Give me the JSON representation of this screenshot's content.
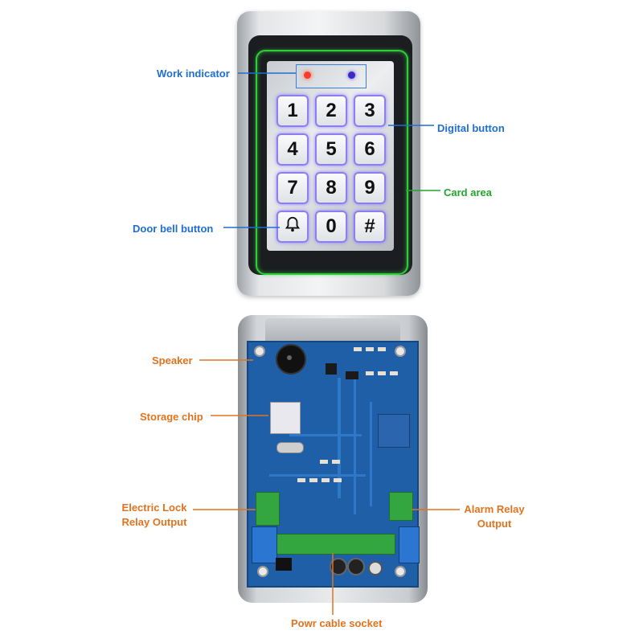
{
  "labels": {
    "work_indicator": "Work indicator",
    "digital_button": "Digital button",
    "card_area": "Card area",
    "door_bell_button": "Door bell button",
    "speaker": "Speaker",
    "storage_chip": "Storage chip",
    "electric_lock_line1": "Electric Lock",
    "electric_lock_line2": "Relay Output",
    "alarm_relay_line1": "Alarm Relay",
    "alarm_relay_line2": "Output",
    "power_cable_socket": "Powr cable socket"
  },
  "keypad": {
    "keys": [
      "1",
      "2",
      "3",
      "4",
      "5",
      "6",
      "7",
      "8",
      "9",
      "bell",
      "0",
      "#"
    ]
  },
  "colors": {
    "blue_label": "#1f6fd0",
    "green_label": "#23a52c",
    "orange_label": "#e2731e",
    "pcb": "#1f5fa8",
    "card_glow": "#2fcf3a",
    "key_glow": "#8f7cf2"
  },
  "icons": {
    "door_bell": "bell-icon"
  }
}
